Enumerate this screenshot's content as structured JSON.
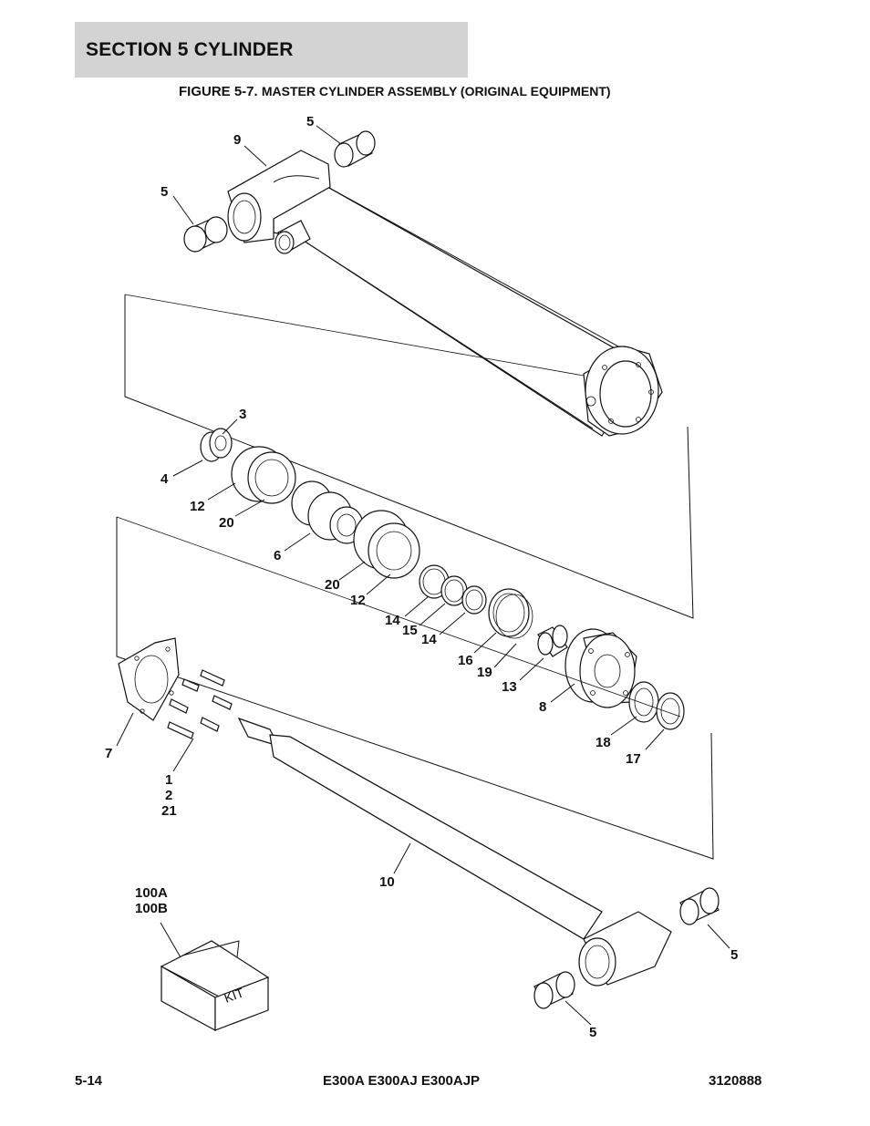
{
  "header": {
    "section_title": "SECTION 5   CYLINDER"
  },
  "figure": {
    "caption_prefix": "FIGURE 5-7.",
    "caption_text": "MASTER CYLINDER ASSEMBLY (ORIGINAL EQUIPMENT)",
    "callouts": {
      "c9": "9",
      "c5_top": "5",
      "c5_left": "5",
      "c3": "3",
      "c4": "4",
      "c12_a": "12",
      "c20_a": "20",
      "c6": "6",
      "c20_b": "20",
      "c12_b": "12",
      "c14_a": "14",
      "c15": "15",
      "c14_b": "14",
      "c16": "16",
      "c19": "19",
      "c13": "13",
      "c8": "8",
      "c18": "18",
      "c17": "17",
      "c7": "7",
      "c1": "1",
      "c2": "2",
      "c21": "21",
      "c10": "10",
      "c100a": "100A",
      "c100b": "100B",
      "c5_right": "5",
      "c5_bottom": "5"
    },
    "kit_label": "KIT"
  },
  "footer": {
    "page_number": "5-14",
    "models": "E300A E300AJ E300AJP",
    "doc_number": "3120888"
  }
}
